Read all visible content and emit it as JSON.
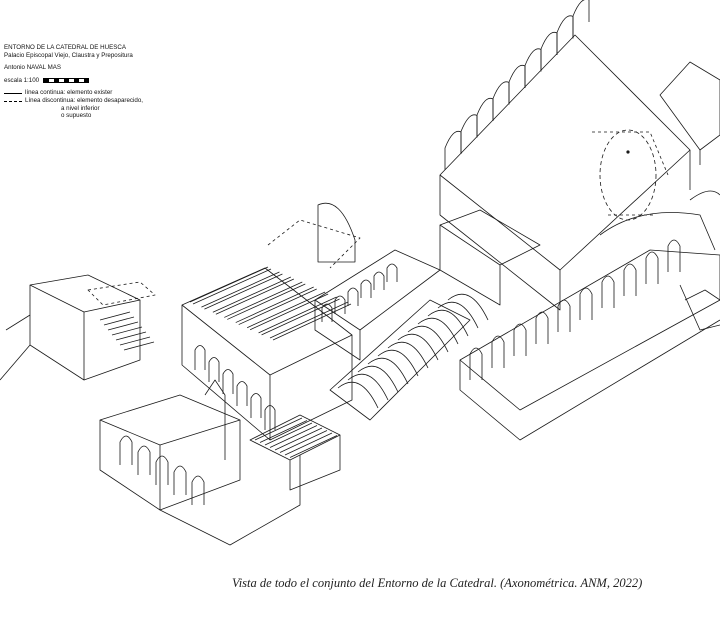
{
  "legend": {
    "title": "ENTORNO DE LA CATEDRAL DE HUESCA",
    "subtitle": "Palacio Episcopal Viejo, Claustra y Prepositura",
    "author": "Antonio NAVAL MAS",
    "scale": "escala 1:100",
    "solid_line": "línea continua: elemento exister",
    "dashed_line_1": "Línea  discontinua: elemento desaparecido,",
    "dashed_line_2": "a nivel inferior",
    "dashed_line_3": "o supuesto"
  },
  "caption": "Vista de todo el conjunto del Entorno de la Catedral. (Axonométrica. ANM, 2022)"
}
